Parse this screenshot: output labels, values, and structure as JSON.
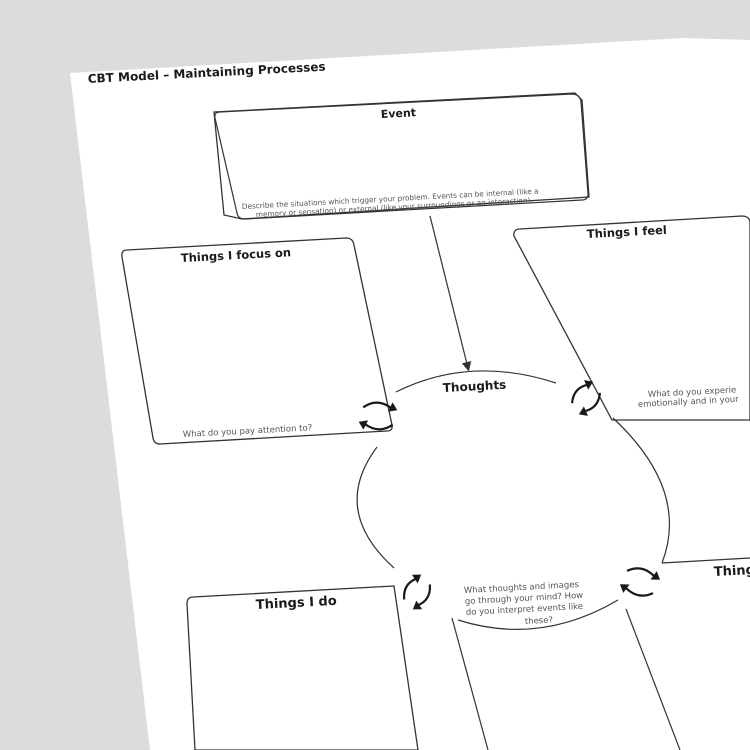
{
  "worksheet": {
    "title": "CBT Model – Maintaining Processes",
    "event": {
      "heading": "Event",
      "prompt_line1": "Describe the situations which trigger your problem. Events can be internal (like a",
      "prompt_line2": "memory or sensation) or external (like your surroundings or an interaction)."
    },
    "focus": {
      "heading": "Things I focus on",
      "prompt": "What do you pay attention to?"
    },
    "feel": {
      "heading": "Things I feel",
      "prompt_line1": "What do you experie",
      "prompt_line2": "emotionally and in your"
    },
    "thoughts": {
      "heading": "Thoughts",
      "prompt_line1": "What thoughts and images",
      "prompt_line2": "go through your mind? How",
      "prompt_line3": "do you interpret events like",
      "prompt_line4": "these?"
    },
    "do": {
      "heading": "Things I do"
    },
    "right_bottom": {
      "heading": "Thing"
    }
  },
  "colors": {
    "background": "#dcdcdc",
    "paper": "#ffffff",
    "ink": "#1a1a1a",
    "prompt": "#555555"
  },
  "icons": [
    "cycle-arrows-icon",
    "down-arrow-icon"
  ]
}
